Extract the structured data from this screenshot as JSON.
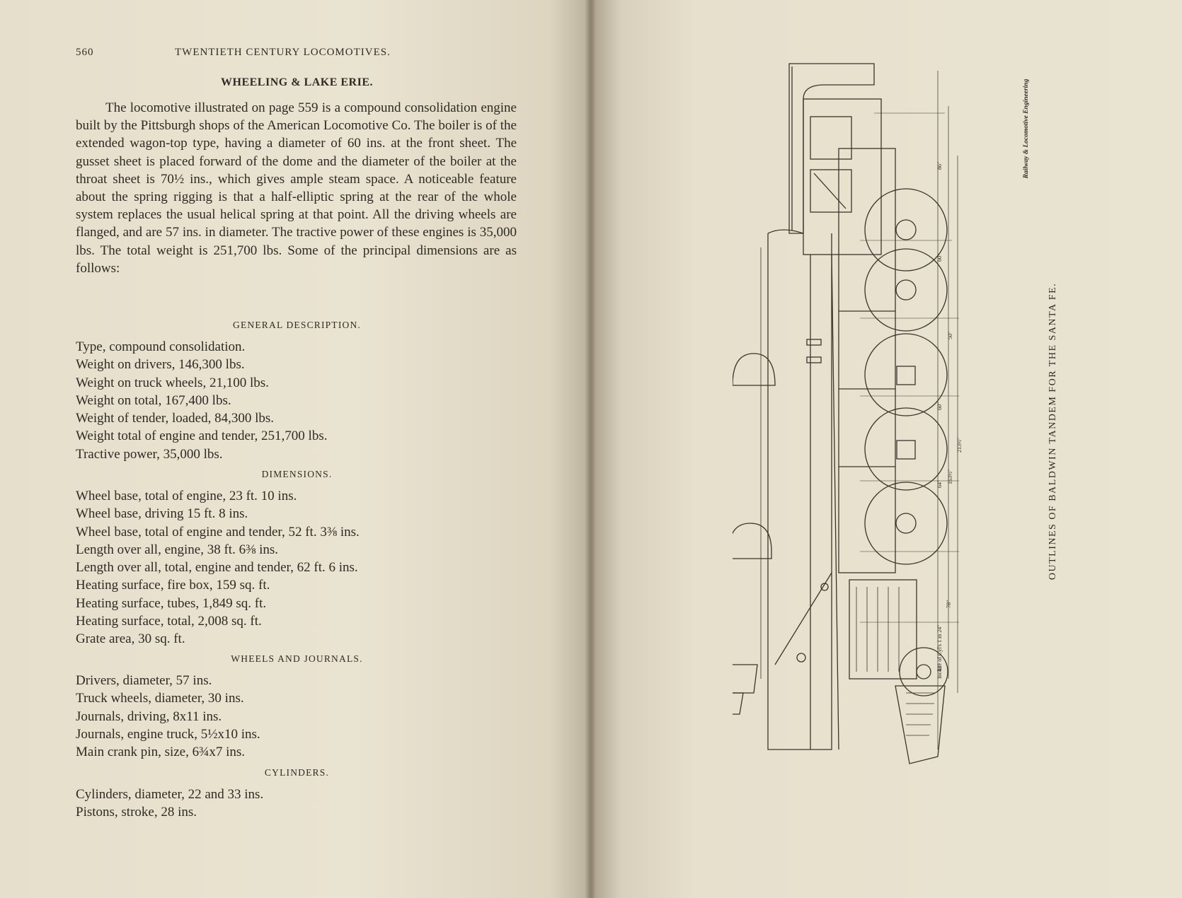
{
  "left_page": {
    "page_number": "560",
    "running_title": "TWENTIETH CENTURY LOCOMOTIVES.",
    "section_title": "WHEELING & LAKE ERIE.",
    "intro_paragraph": "The locomotive illustrated on page 559 is a compound consolidation engine built by the Pittsburgh shops of the American Locomotive Co. The boiler is of the extended wagon-top type, having a diameter of 60 ins. at the front sheet. The gusset sheet is placed forward of the dome and the diameter of the boiler at the throat sheet is 70½ ins., which gives ample steam space. A noticeable feature about the spring rigging is that a half-elliptic spring at the rear of the whole system replaces the usual helical spring at that point. All the driving wheels are flanged, and are 57 ins. in diameter. The tractive power of these engines is 35,000 lbs. The total weight is 251,700 lbs. Some of the principal dimensions are as follows:",
    "general_description": {
      "heading": "GENERAL DESCRIPTION.",
      "items": [
        "Type, compound consolidation.",
        "Weight on drivers, 146,300 lbs.",
        "Weight on truck wheels, 21,100 lbs.",
        "Weight on total, 167,400 lbs.",
        "Weight of tender, loaded, 84,300 lbs.",
        "Weight total of engine and tender, 251,700 lbs.",
        "Tractive power, 35,000 lbs."
      ]
    },
    "dimensions": {
      "heading": "DIMENSIONS.",
      "items": [
        "Wheel base, total of engine, 23 ft. 10 ins.",
        "Wheel base, driving 15 ft. 8 ins.",
        "Wheel base, total of engine and tender, 52 ft. 3⅜ ins.",
        "Length over all, engine, 38 ft. 6⅜ ins.",
        "Length over all, total, engine and tender, 62 ft. 6 ins.",
        "Heating surface, fire box, 159 sq. ft.",
        "Heating surface, tubes, 1,849 sq. ft.",
        "Heating surface, total, 2,008 sq. ft.",
        "Grate area, 30 sq. ft."
      ]
    },
    "wheels_journals": {
      "heading": "WHEELS AND JOURNALS.",
      "items": [
        "Drivers, diameter, 57 ins.",
        "Truck wheels, diameter, 30 ins.",
        "Journals, driving, 8x11 ins.",
        "Journals, engine truck, 5½x10 ins.",
        "Main crank pin, size, 6¾x7 ins."
      ]
    },
    "cylinders": {
      "heading": "CYLINDERS.",
      "items": [
        "Cylinders, diameter, 22 and 33 ins.",
        "Pistons, stroke, 28 ins."
      ]
    }
  },
  "right_page": {
    "figure_caption": "OUTLINES OF BALDWIN TANDEM FOR THE SANTA FE.",
    "figure_credit": "Railway & Locomotive Engineering",
    "dimension_labels": [
      "86\"",
      "60\"",
      "50\"",
      "60\"",
      "64\"",
      "163½\"",
      "213½\"",
      "42\"",
      "78\"",
      "Incline of Cyl's 1 in 24\""
    ]
  },
  "colors": {
    "paper": "#e9e3d1",
    "ink": "#2e2a24"
  }
}
